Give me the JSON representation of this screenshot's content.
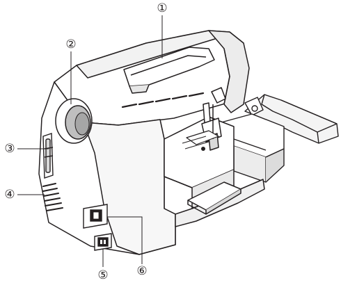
{
  "callouts": [
    {
      "id": "1",
      "label": "①"
    },
    {
      "id": "2",
      "label": "②"
    },
    {
      "id": "3",
      "label": "③"
    },
    {
      "id": "4",
      "label": "④"
    },
    {
      "id": "5",
      "label": "⑤"
    },
    {
      "id": "6",
      "label": "⑥"
    }
  ],
  "colors": {
    "ink": "#231f20",
    "body_fill": "#ffffff",
    "shade": "#d9d9d9",
    "shade_dark": "#9b9b9b"
  }
}
